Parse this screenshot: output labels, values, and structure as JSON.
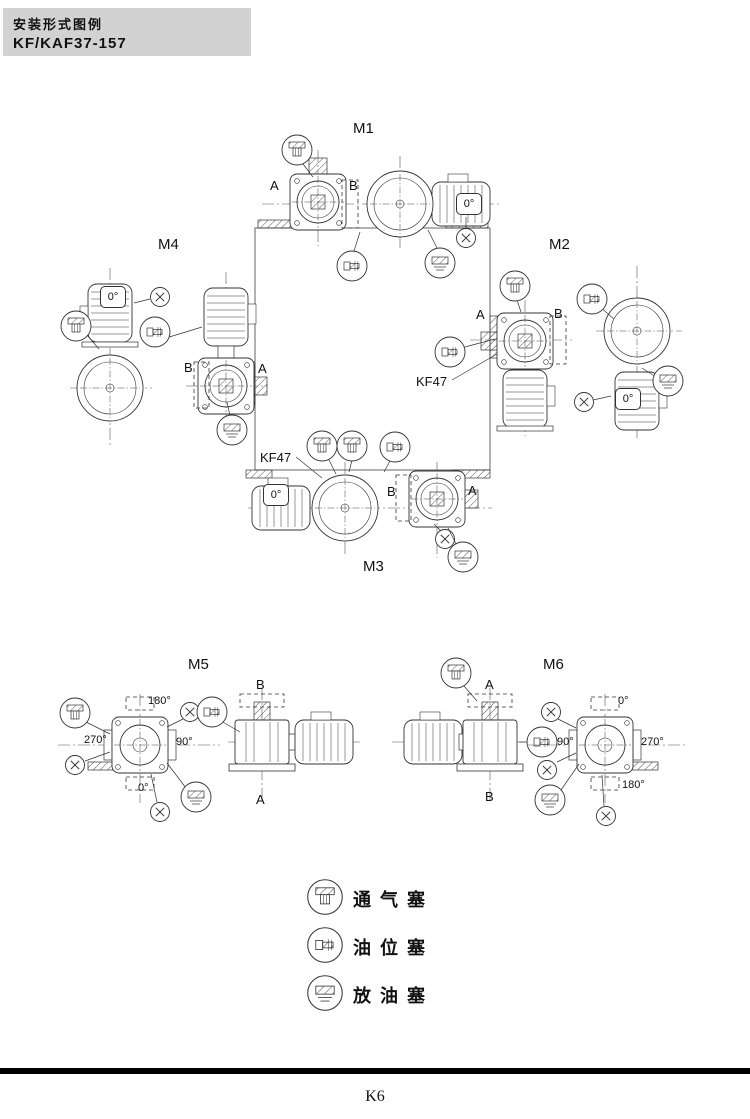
{
  "header": {
    "title": "安装形式图例",
    "model": "KF/KAF37-157"
  },
  "positions": {
    "m1": "M1",
    "m2": "M2",
    "m3": "M3",
    "m4": "M4",
    "m5": "M5",
    "m6": "M6"
  },
  "annotations": {
    "kf47": "KF47",
    "a": "A",
    "b": "B",
    "deg0": "0°",
    "deg90": "90°",
    "deg180": "180°",
    "deg270": "270°"
  },
  "legend": {
    "items": [
      {
        "icon": "vent-plug-icon",
        "label": "通气塞"
      },
      {
        "icon": "oil-level-plug-icon",
        "label": "油位塞"
      },
      {
        "icon": "oil-drain-plug-icon",
        "label": "放油塞"
      }
    ]
  },
  "footer": {
    "page_number": "K6"
  }
}
